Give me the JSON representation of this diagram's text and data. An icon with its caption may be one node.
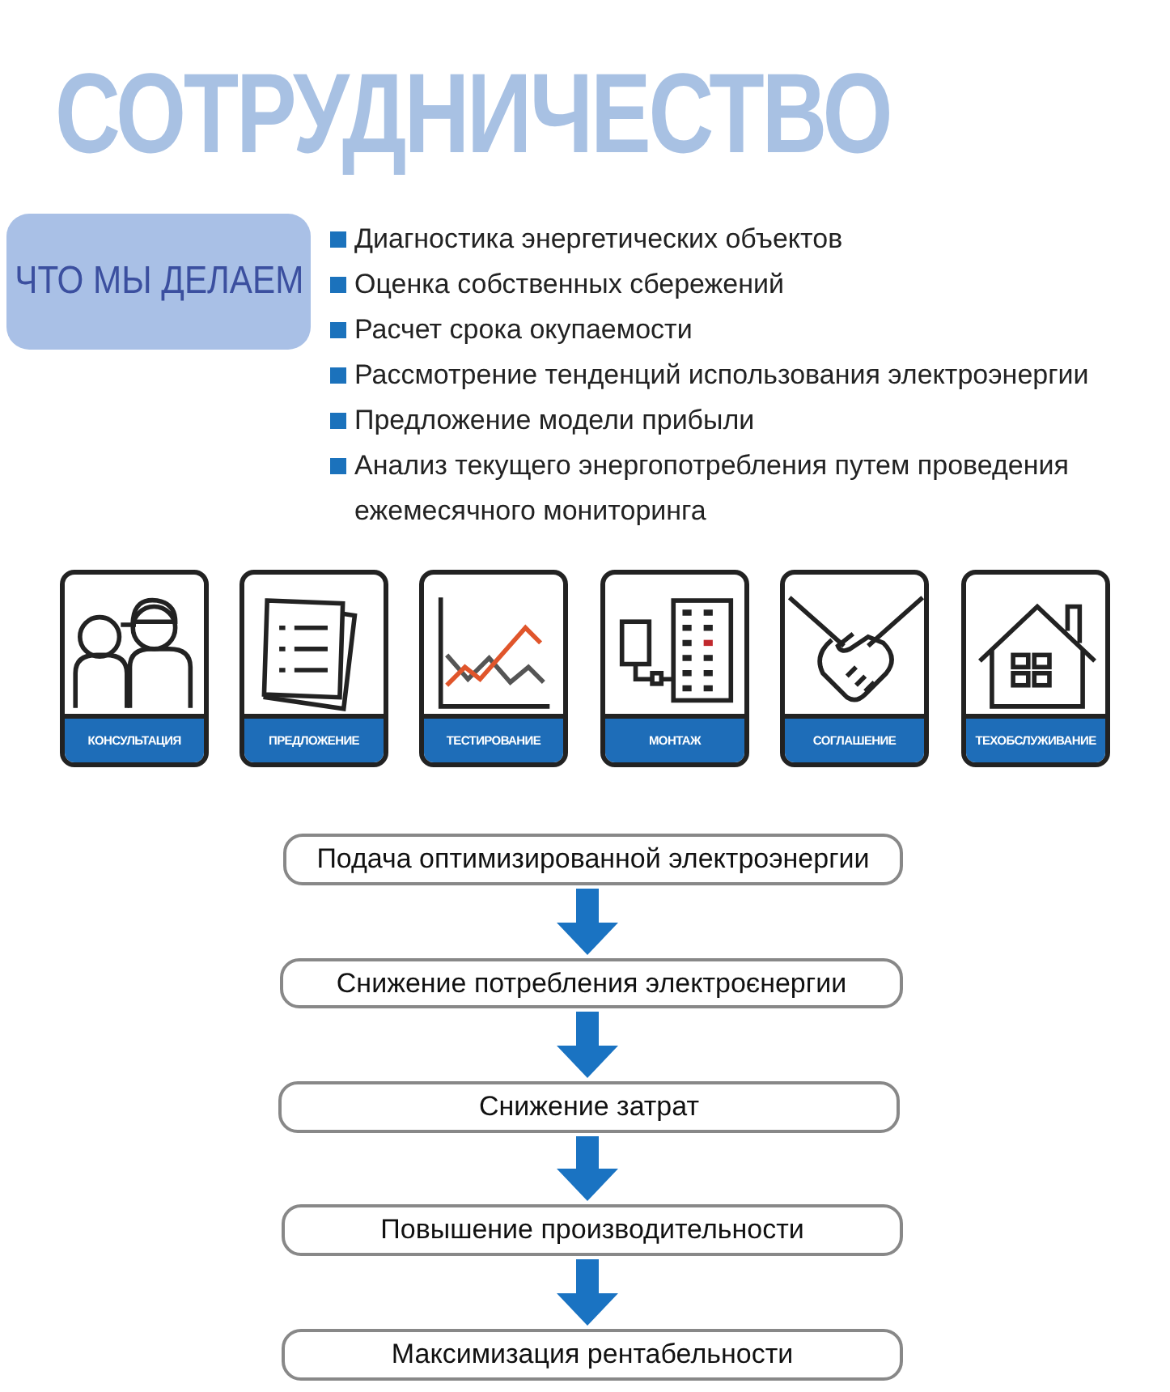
{
  "diagram": {
    "title": "СОТРУДНИЧЕСТВО",
    "nodes": [
      {
        "text": [
          "ЧТО МЫ ДЕЛАЕМ"
        ]
      },
      {
        "text": [
          "КОНСУЛЬТАЦИЯ"
        ]
      },
      {
        "text": [
          "ПРЕДЛОЖЕНИЕ"
        ]
      },
      {
        "text": [
          "ТЕСТИРОВАНИЕ"
        ]
      },
      {
        "text": [
          "МОНТАЖ"
        ]
      },
      {
        "text": [
          "СОГЛАШЕНИЕ"
        ]
      },
      {
        "text": [
          "ТЕХОБСЛУЖИВАНИЕ"
        ]
      },
      {
        "text": [
          "Подача оптимизированной электроэнергии"
        ]
      },
      {
        "text": [
          "Снижение потребления электроєнергии"
        ]
      },
      {
        "text": [
          "Снижение затрат"
        ]
      },
      {
        "text": [
          "Повышение производительности"
        ]
      },
      {
        "text": [
          "Максимизация рентабельности"
        ]
      }
    ],
    "edges": [
      {
        "from": 7,
        "to": 8,
        "arrow": "to"
      },
      {
        "from": 8,
        "to": 9,
        "arrow": "to"
      },
      {
        "from": 9,
        "to": 10,
        "arrow": "to"
      },
      {
        "from": 10,
        "to": 11,
        "arrow": "to"
      }
    ],
    "labels": [
      "Диагностика энергетических объектов",
      "Оценка собственных сбережений",
      "Расчет срока окупаемости",
      "Рассмотрение тенденций использования электроэнергии",
      "Предложение модели прибыли",
      "Анализ текущего энергопотребления путем проведения ежемесячного мониторинга"
    ]
  }
}
